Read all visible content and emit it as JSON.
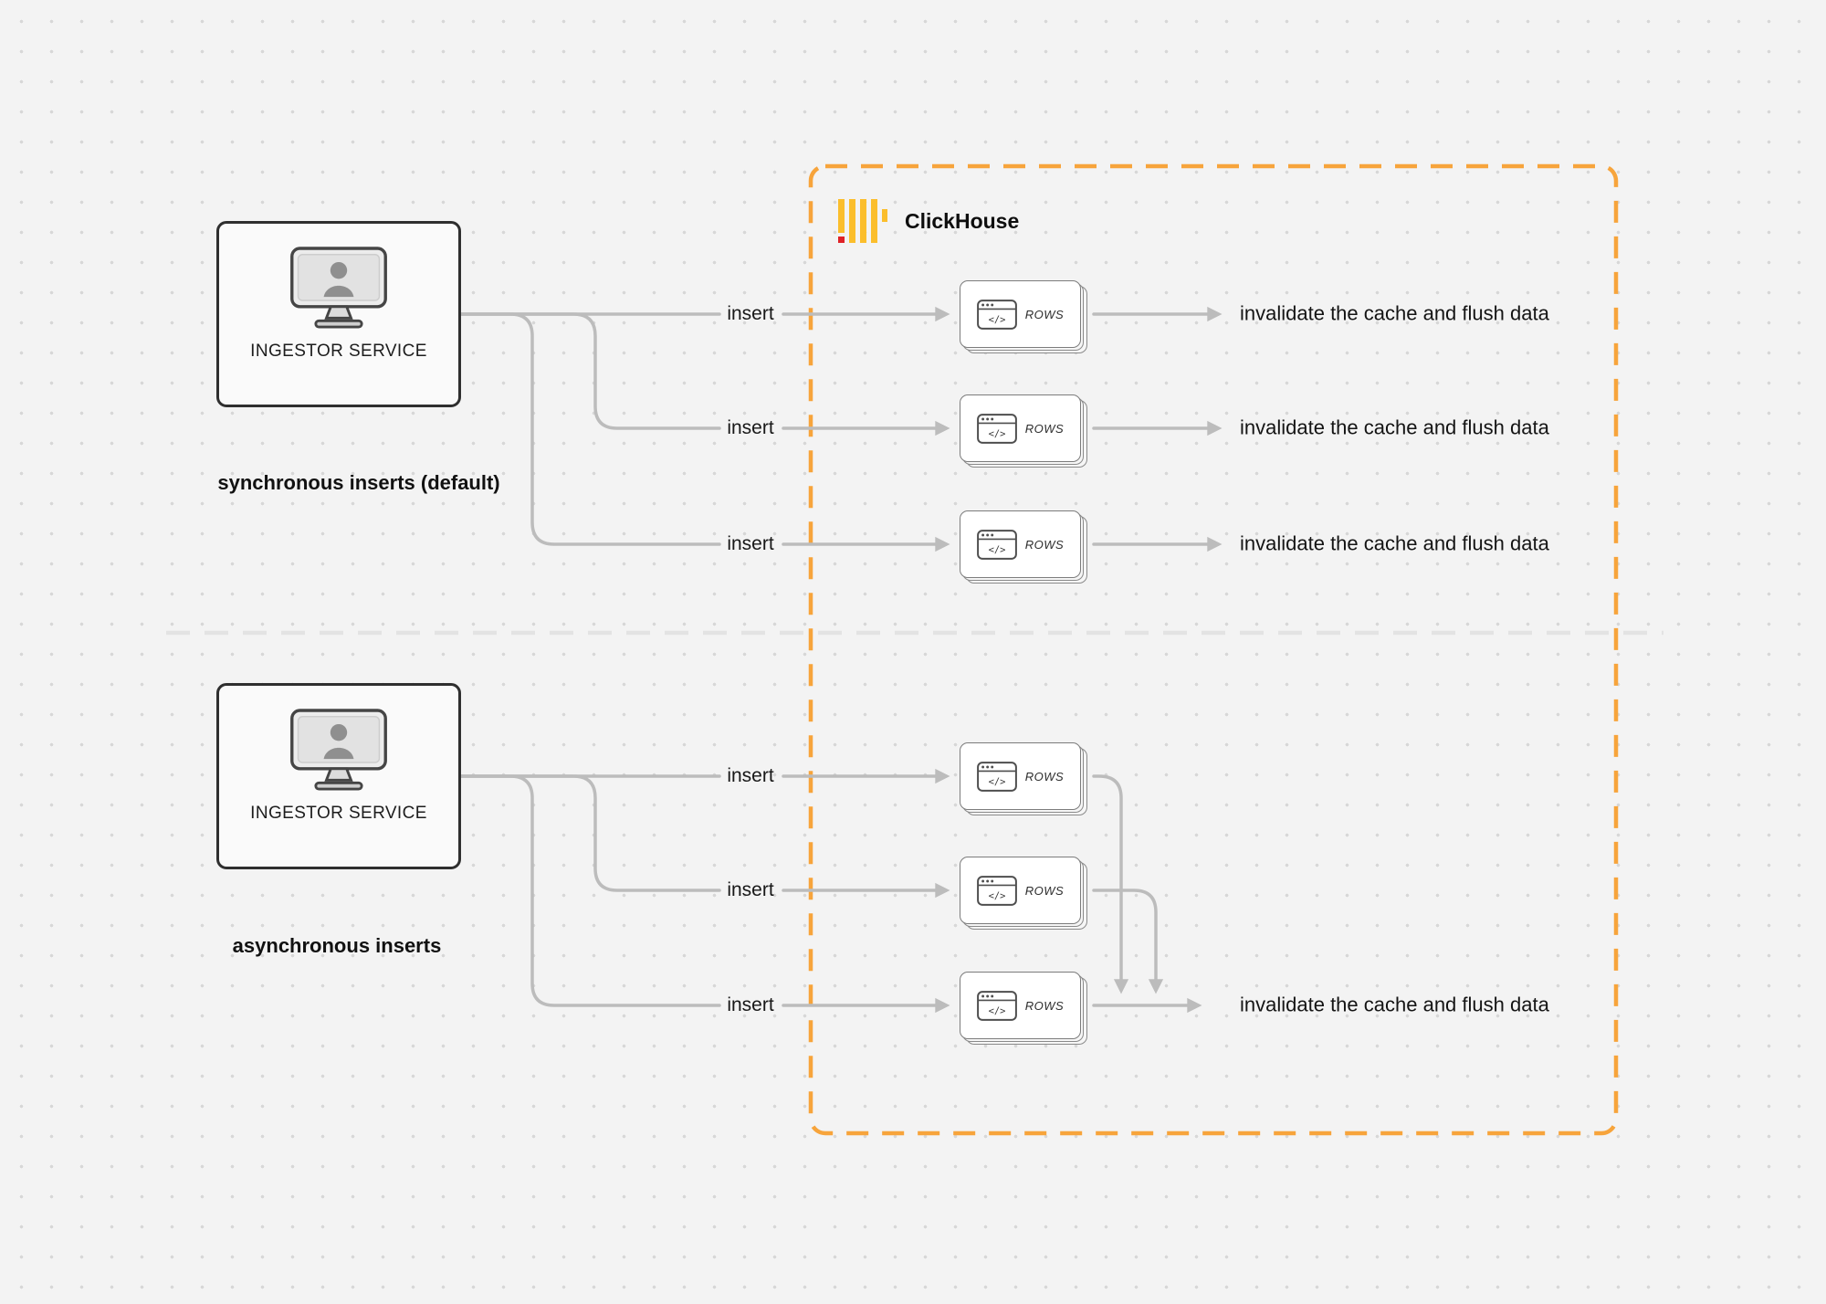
{
  "clickhouse": {
    "label": "ClickHouse",
    "logo_icon": "clickhouse-bars-icon"
  },
  "rows_card": {
    "label": "ROWS",
    "icon": "code-window-icon"
  },
  "sync": {
    "node": "INGESTOR SERVICE",
    "caption": "synchronous inserts (default)",
    "inserts": [
      "insert",
      "insert",
      "insert"
    ],
    "outcomes": [
      "invalidate the cache and flush data",
      "invalidate the cache and flush data",
      "invalidate the cache and flush data"
    ]
  },
  "async": {
    "node": "INGESTOR SERVICE",
    "caption": "asynchronous inserts",
    "inserts": [
      "insert",
      "insert",
      "insert"
    ],
    "outcome": "invalidate the cache and flush data"
  },
  "colors": {
    "accent_orange": "#F7A43B",
    "logo_yellow": "#FBBE2C",
    "logo_red": "#DF2227",
    "line_gray": "#BCBCBC"
  }
}
